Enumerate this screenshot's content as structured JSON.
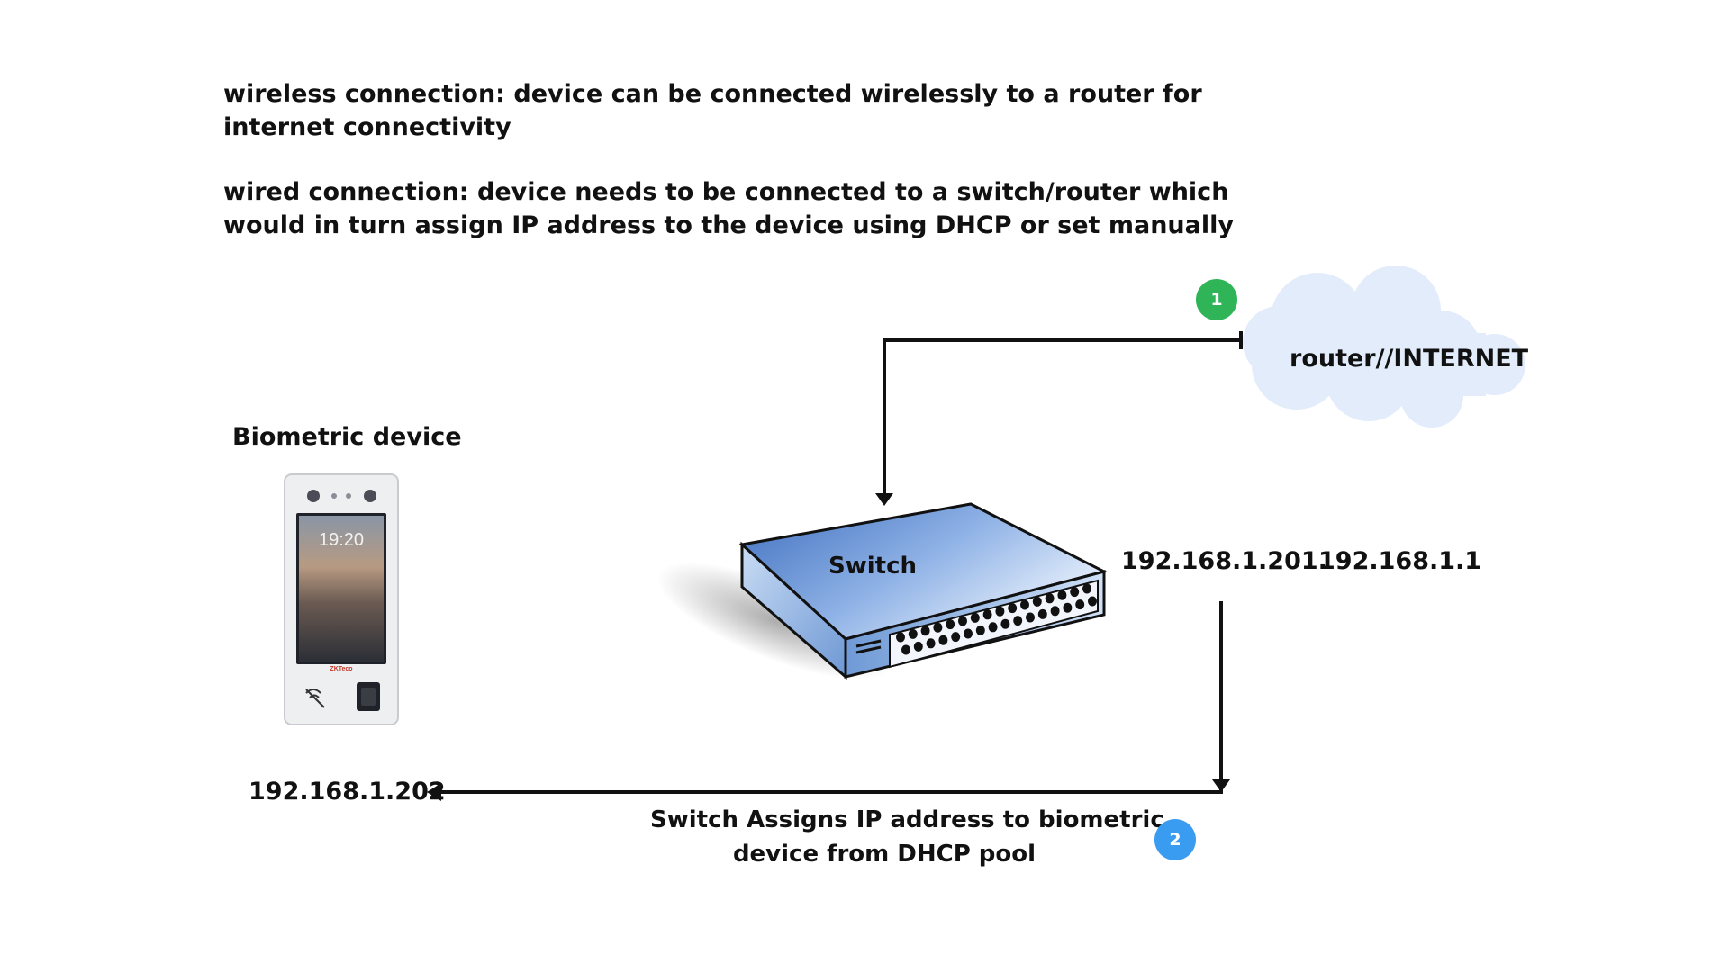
{
  "description": {
    "wireless": "wireless connection: device can be connected wirelessly to a router for internet connectivity",
    "wired": "wired connection: device needs to be connected to a switch/router which would in turn assign IP address to the device using DHCP or set manually"
  },
  "labels": {
    "router": "router//INTERNET",
    "biometric_title": "Biometric device",
    "switch": "Switch",
    "switch_ip": "192.168.1.201.",
    "router_ip": "192.168.1.1",
    "device_ip": "192.168.1.202",
    "assign_line1": "Switch Assigns IP address to biometric",
    "assign_line2": "device from DHCP pool"
  },
  "device_screen": {
    "clock": "19:20",
    "brand": "ZKTeco"
  },
  "steps": [
    {
      "number": "1",
      "color": "#2fb457"
    },
    {
      "number": "2",
      "color": "#3a9cf0"
    }
  ],
  "colors": {
    "cloud": "#e3ecfb",
    "switch_top": "#4f7fc9",
    "switch_side": "#9cbde6",
    "line": "#111111"
  }
}
